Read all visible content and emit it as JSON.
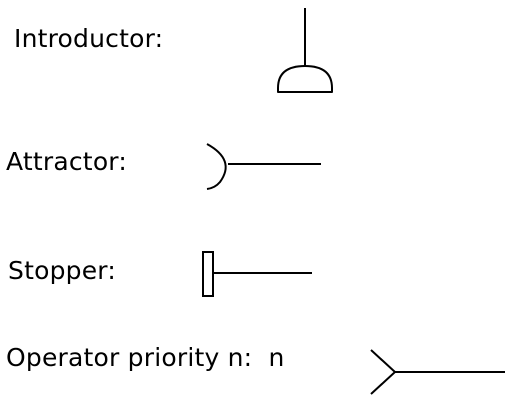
{
  "legend": {
    "introductor": {
      "label": "Introductor:",
      "icon": "introductor-symbol-icon"
    },
    "attractor": {
      "label": "Attractor:",
      "icon": "attractor-symbol-icon"
    },
    "stopper": {
      "label": "Stopper:",
      "icon": "stopper-symbol-icon"
    },
    "operator": {
      "label": "Operator priority n:",
      "priority_label": "n",
      "icon": "operator-symbol-icon"
    }
  },
  "colors": {
    "stroke": "#000000",
    "background": "#ffffff"
  }
}
